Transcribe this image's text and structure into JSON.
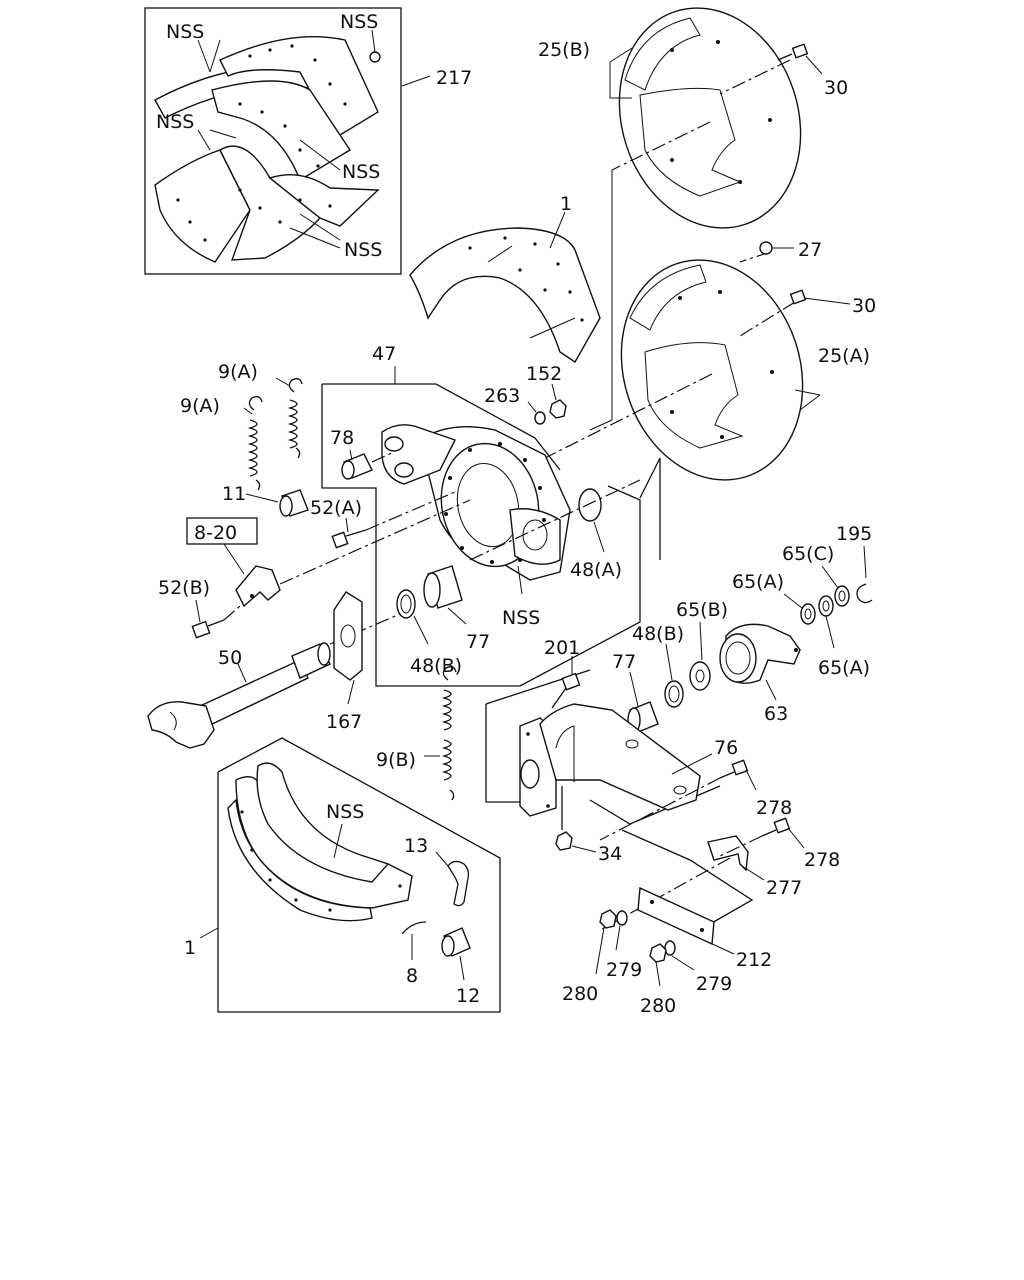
{
  "callouts": {
    "c217": "217",
    "nss_tl1": "NSS",
    "nss_tl2": "NSS",
    "nss_tl3": "NSS",
    "nss_tl4": "NSS",
    "nss_tl5": "NSS",
    "c25b": "25(B)",
    "c30a": "30",
    "c27": "27",
    "c30b": "30",
    "c25a": "25(A)",
    "c1top": "1",
    "c47": "47",
    "c152": "152",
    "c263": "263",
    "c78": "78",
    "c9a1": "9(A)",
    "c9a2": "9(A)",
    "c11": "11",
    "c52a": "52(A)",
    "c820": "8-20",
    "c52b": "52(B)",
    "c48a": "48(A)",
    "nss_mid": "NSS",
    "c77a": "77",
    "c48b1": "48(B)",
    "c195": "195",
    "c65c": "65(C)",
    "c65a1": "65(A)",
    "c65a2": "65(A)",
    "c65b": "65(B)",
    "c48b2": "48(B)",
    "c201": "201",
    "c77b": "77",
    "c63": "63",
    "c50": "50",
    "c167": "167",
    "c9b": "9(B)",
    "c76": "76",
    "c278a": "278",
    "c278b": "278",
    "c34": "34",
    "c277": "277",
    "nss_bot": "NSS",
    "c13": "13",
    "c1bot": "1",
    "c8": "8",
    "c12": "12",
    "c212": "212",
    "c279a": "279",
    "c279b": "279",
    "c280a": "280",
    "c280b": "280"
  }
}
